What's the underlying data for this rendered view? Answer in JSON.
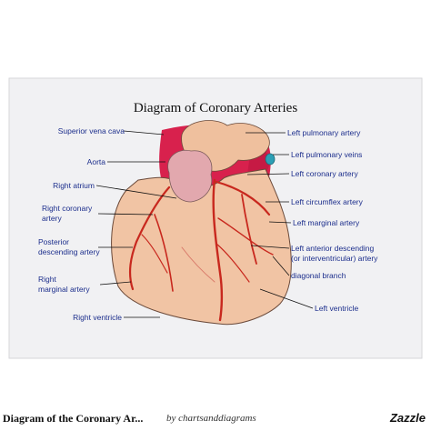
{
  "diagram": {
    "title": "Diagram of Coronary Arteries",
    "labels_left": [
      "Superior vena cava",
      "Aorta",
      "Right atrium",
      "Right coronary",
      "artery",
      "Posterior",
      "descending artery",
      "Right",
      "marginal artery",
      "Right ventricle"
    ],
    "labels_right": [
      "Left pulmonary artery",
      "Left pulmonary veins",
      "Left coronary artery",
      "Left circumflex artery",
      "Left marginal artery",
      "Left anterior descending",
      "(or interventricular) artery",
      "diagonal branch",
      "Left ventricle"
    ]
  },
  "footer": {
    "product_title": "Diagram of the Coronary Ar...",
    "byline": "by chartsanddiagrams",
    "brand": "Zazzle"
  },
  "colors": {
    "poster_background": "#f1f1f3",
    "heart_tissue": "#f1c4a4",
    "great_vessels": "#d8214d",
    "atrium": "#e2a8ae",
    "artery": "#c8281e",
    "vein_tip": "#2d9fb5",
    "label_text": "#1c2e8c"
  }
}
